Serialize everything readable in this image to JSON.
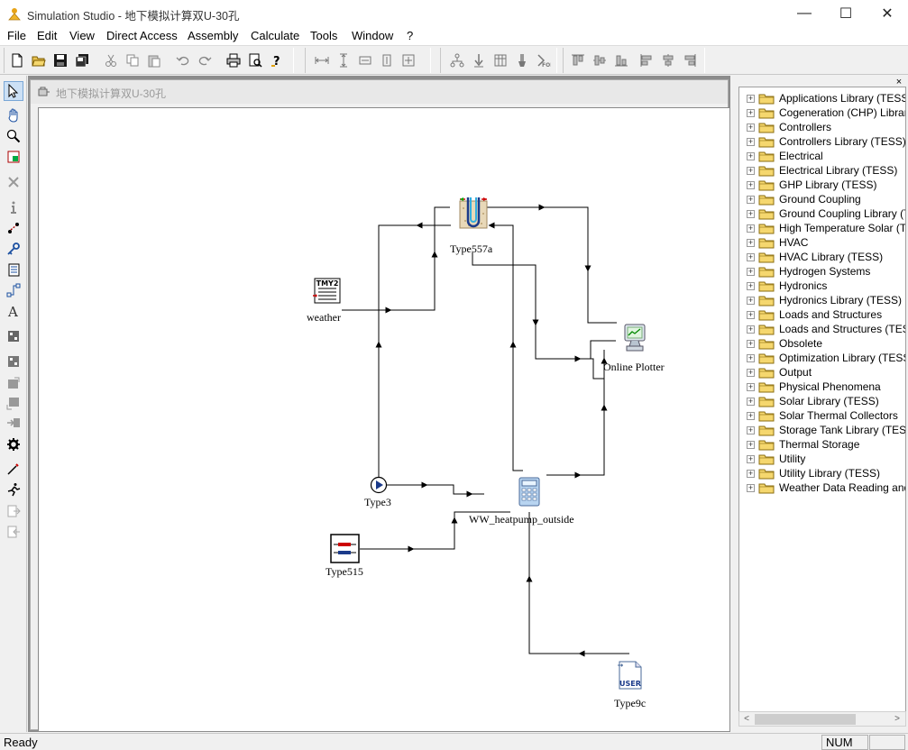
{
  "window": {
    "title": "Simulation Studio - 地下模拟计算双U-30孔",
    "minimize": "—",
    "maximize": "☐",
    "close": "✕"
  },
  "menu": [
    "File",
    "Edit",
    "View",
    "Direct Access",
    "Assembly",
    "Calculate",
    "Tools",
    "Window",
    "?"
  ],
  "document": {
    "title": "地下模拟计算双U-30孔"
  },
  "components": {
    "type557a": "Type557a",
    "weather": "weather",
    "weather_icon_text": "TMY2",
    "online_plotter": "Online Plotter",
    "type3": "Type3",
    "ww_heatpump": "WW_heatpump_outside",
    "type515": "Type515",
    "type9c": "Type9c",
    "type9c_icon_text": "USER"
  },
  "library": {
    "close": "×",
    "items": [
      "Applications Library (TESS)",
      "Cogeneration (CHP) Library (TESS)",
      "Controllers",
      "Controllers Library (TESS)",
      "Electrical",
      "Electrical Library (TESS)",
      "GHP Library (TESS)",
      "Ground Coupling",
      "Ground Coupling Library (TESS)",
      "High Temperature Solar (TESS)",
      "HVAC",
      "HVAC Library (TESS)",
      "Hydrogen Systems",
      "Hydronics",
      "Hydronics Library (TESS)",
      "Loads and Structures",
      "Loads and Structures (TESS)",
      "Obsolete",
      "Optimization Library (TESS)",
      "Output",
      "Physical Phenomena",
      "Solar Library (TESS)",
      "Solar Thermal Collectors",
      "Storage Tank Library (TESS)",
      "Thermal Storage",
      "Utility",
      "Utility Library (TESS)",
      "Weather Data Reading and Processing"
    ]
  },
  "status": {
    "text": "Ready",
    "num": "NUM"
  },
  "colors": {
    "accent": "#0078d7",
    "canvas_bg": "#ffffff",
    "mdi_bg": "#8c8c8c"
  }
}
